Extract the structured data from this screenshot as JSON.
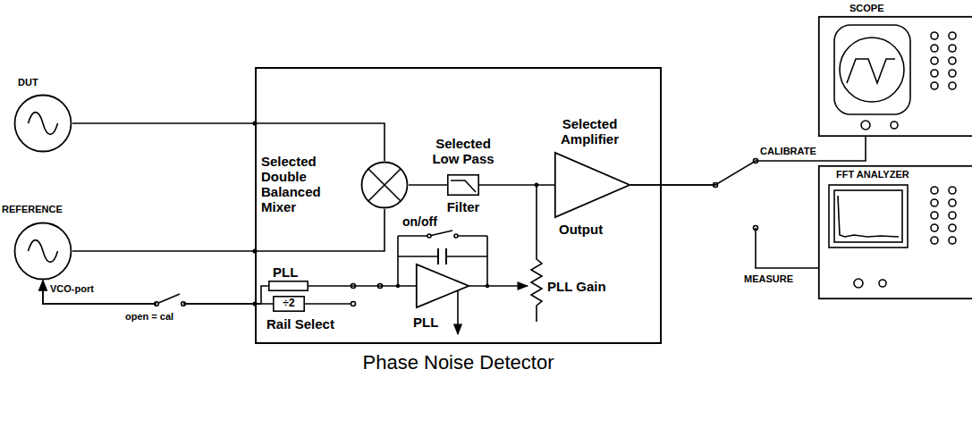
{
  "diagram": {
    "nodes": [
      {
        "text": [
          "DUT"
        ]
      },
      {
        "text": [
          "REFERENCE"
        ]
      },
      {
        "text": [
          "Phase Noise Detector"
        ]
      },
      {
        "text": [
          "Selected Double Balanced Mixer"
        ],
        "in": 2
      },
      {
        "text": [
          "Selected Low Pass",
          "Filter"
        ],
        "in": 2
      },
      {
        "text": [
          "Selected Amplifier",
          "Output"
        ],
        "in": 2
      },
      {
        "text": [
          "PLL"
        ],
        "in": 2
      },
      {
        "text": [
          "÷2"
        ],
        "in": 2
      },
      {
        "text": [
          "PLL"
        ],
        "in": 2
      },
      {
        "text": [
          "SCOPE"
        ]
      },
      {
        "text": [
          "FFT ANALYZER"
        ]
      }
    ],
    "edges": [
      {
        "from": 0,
        "to": 3,
        "arrow": "none"
      },
      {
        "from": 1,
        "to": 3,
        "arrow": "none"
      },
      {
        "from": 3,
        "to": 4,
        "arrow": "none"
      },
      {
        "from": 4,
        "to": 5,
        "arrow": "none"
      },
      {
        "from": 5,
        "to": 9,
        "arrow": "none"
      },
      {
        "from": 5,
        "to": 10,
        "arrow": "none"
      },
      {
        "from": 6,
        "to": 1,
        "arrow": "to"
      },
      {
        "from": 7,
        "to": 1,
        "arrow": "to"
      },
      {
        "from": 6,
        "to": 8,
        "arrow": "none"
      }
    ],
    "labels": [
      "on/off",
      "PLL Gain",
      "Rail Select",
      "VCO-port",
      "open = cal",
      "CALIBRATE",
      "MEASURE"
    ]
  }
}
